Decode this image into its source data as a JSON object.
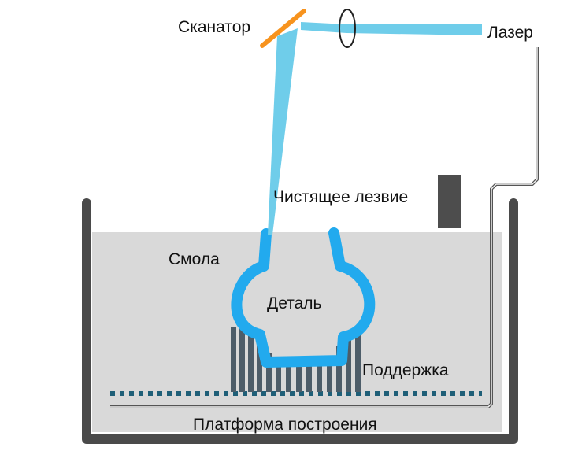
{
  "labels": {
    "scanner": "Сканатор",
    "laser": "Лазер",
    "blade": "Чистящее лезвие",
    "resin": "Смола",
    "part": "Деталь",
    "support": "Поддержка",
    "platform": "Платформа построения"
  },
  "colors": {
    "beam": "#6fcdea",
    "part": "#22aaee",
    "mirror": "#f7931e",
    "resin": "#d9d9d9",
    "tank": "#4a4a4a",
    "blade": "#4d4d4d",
    "support": "#4d5d69",
    "platform_dots": "#1f5f78"
  }
}
